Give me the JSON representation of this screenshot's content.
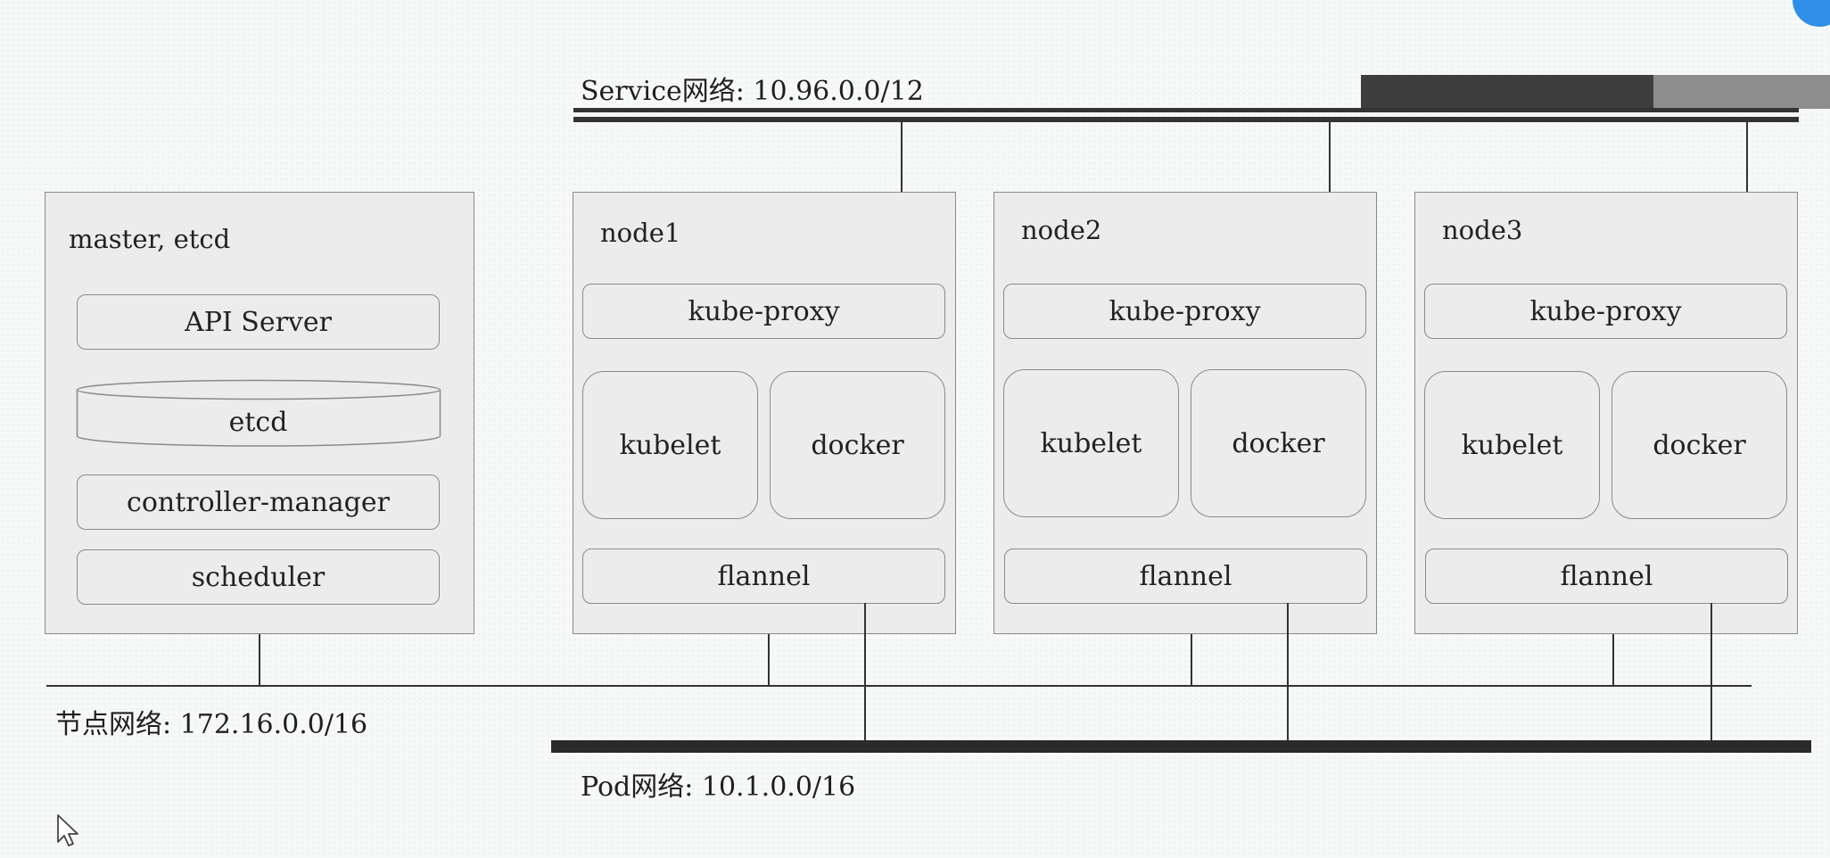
{
  "networks": {
    "service": "Service网络: 10.96.0.0/12",
    "node": "节点网络: 172.16.0.0/16",
    "pod": "Pod网络: 10.1.0.0/16"
  },
  "master": {
    "title": "master, etcd",
    "api_server": "API Server",
    "etcd": "etcd",
    "controller_manager": "controller-manager",
    "scheduler": "scheduler"
  },
  "nodes": [
    {
      "title": "node1",
      "kube_proxy": "kube-proxy",
      "kubelet": "kubelet",
      "docker": "docker",
      "flannel": "flannel"
    },
    {
      "title": "node2",
      "kube_proxy": "kube-proxy",
      "kubelet": "kubelet",
      "docker": "docker",
      "flannel": "flannel"
    },
    {
      "title": "node3",
      "kube_proxy": "kube-proxy",
      "kubelet": "kubelet",
      "docker": "docker",
      "flannel": "flannel"
    }
  ],
  "colors": {
    "panel_fill": "#ececec",
    "border": "#8a8a8a",
    "line": "#333333",
    "accent_circle": "#2f8fe8"
  }
}
